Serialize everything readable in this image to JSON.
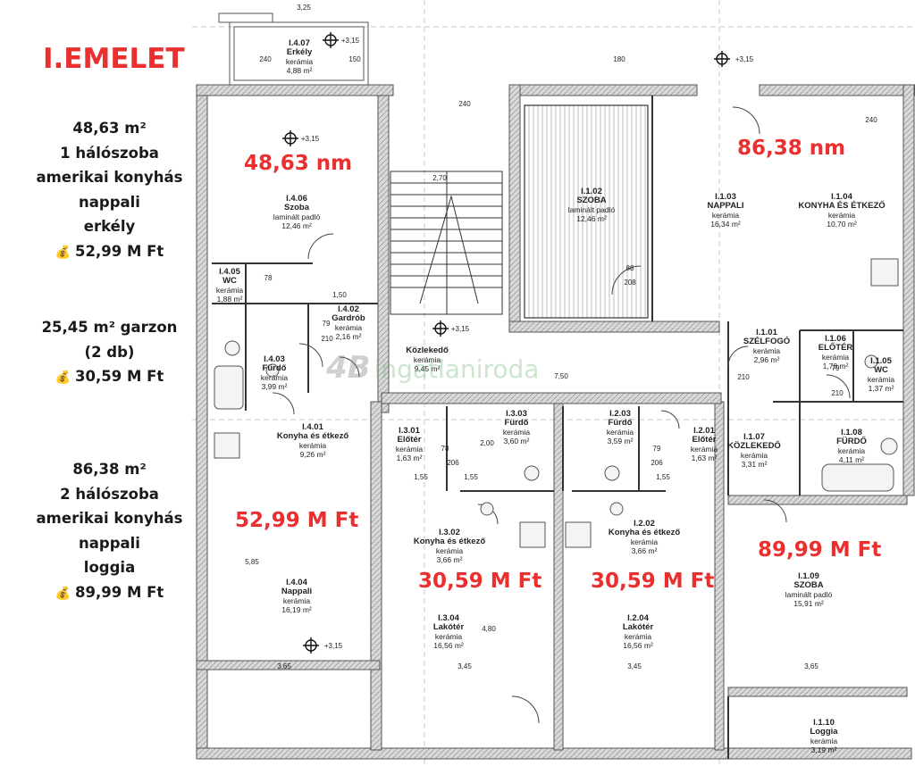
{
  "floor_title": "I.EMELET",
  "apartments": [
    {
      "lines": [
        "48,63 m²",
        "1 hálószoba",
        "amerikai konyhás",
        "nappali",
        "erkély"
      ],
      "price": "52,99 M Ft"
    },
    {
      "lines": [
        "25,45 m² garzon",
        "(2 db)"
      ],
      "price": "30,59 M Ft"
    },
    {
      "lines": [
        "86,38 m²",
        "2 hálószoba",
        "amerikai konyhás",
        "nappali",
        "loggia"
      ],
      "price": "89,99 M Ft"
    }
  ],
  "overlays": {
    "area_a": "48,63 nm",
    "area_b": "86,38 nm",
    "price_a": "52,99 M Ft",
    "price_c1": "30,59 M Ft",
    "price_c2": "30,59 M Ft",
    "price_b": "89,99 M Ft"
  },
  "watermark": {
    "logo": "4B",
    "text": "ingatlaniroda"
  },
  "rooms": {
    "r407": {
      "id": "I.4.07",
      "name": "Erkély",
      "mat": "kerámia",
      "area": "4,88 m²"
    },
    "r406": {
      "id": "I.4.06",
      "name": "Szoba",
      "mat": "laminált padló",
      "area": "12,46 m²"
    },
    "r405": {
      "id": "I.4.05",
      "name": "WC",
      "mat": "kerámia",
      "area": "1,88 m²"
    },
    "r402": {
      "id": "I.4.02",
      "name": "Gardrób",
      "mat": "kerámia",
      "area": "2,16 m²"
    },
    "r403": {
      "id": "I.4.03",
      "name": "Fürdő",
      "mat": "kerámia",
      "area": "3,99 m²"
    },
    "r401": {
      "id": "I.4.01",
      "name": "Konyha és étkező",
      "mat": "kerámia",
      "area": "9,26 m²"
    },
    "r404": {
      "id": "I.4.04",
      "name": "Nappali",
      "mat": "kerámia",
      "area": "16,19 m²"
    },
    "kozl": {
      "id": "",
      "name": "Közlekedő",
      "mat": "kerámia",
      "area": "9,45 m²"
    },
    "r102": {
      "id": "I.1.02",
      "name": "SZOBA",
      "mat": "laminált padló",
      "area": "12,46 m²"
    },
    "r103": {
      "id": "I.1.03",
      "name": "NAPPALI",
      "mat": "kerámia",
      "area": "16,34 m²"
    },
    "r104": {
      "id": "I.1.04",
      "name": "KONYHA ÉS ÉTKEZŐ",
      "mat": "kerámia",
      "area": "10,70 m²"
    },
    "r101": {
      "id": "I.1.01",
      "name": "SZÉLFOGÓ",
      "mat": "kerámia",
      "area": "2,96 m²"
    },
    "r106": {
      "id": "I.1.06",
      "name": "ELŐTÉR",
      "mat": "kerámia",
      "area": "1,78 m²"
    },
    "r105": {
      "id": "I.1.05",
      "name": "WC",
      "mat": "kerámia",
      "area": "1,37 m²"
    },
    "r107": {
      "id": "I.1.07",
      "name": "KÖZLEKEDŐ",
      "mat": "kerámia",
      "area": "3,31 m²"
    },
    "r108": {
      "id": "I.1.08",
      "name": "FÜRDŐ",
      "mat": "kerámia",
      "area": "4,11 m²"
    },
    "r109": {
      "id": "I.1.09",
      "name": "SZOBA",
      "mat": "laminált padló",
      "area": "15,91 m²"
    },
    "r110": {
      "id": "I.1.10",
      "name": "Loggia",
      "mat": "kerámia",
      "area": "3,19 m²"
    },
    "r301": {
      "id": "I.3.01",
      "name": "Előtér",
      "mat": "kerámia",
      "area": "1,63 m²"
    },
    "r303": {
      "id": "I.3.03",
      "name": "Fürdő",
      "mat": "kerámia",
      "area": "3,60 m²"
    },
    "r302": {
      "id": "I.3.02",
      "name": "Konyha és étkező",
      "mat": "kerámia",
      "area": "3,66 m²"
    },
    "r304": {
      "id": "I.3.04",
      "name": "Lakótér",
      "mat": "kerámia",
      "area": "16,56 m²"
    },
    "r203": {
      "id": "I.2.03",
      "name": "Fürdő",
      "mat": "kerámia",
      "area": "3,59 m²"
    },
    "r201": {
      "id": "I.2.01",
      "name": "Előtér",
      "mat": "kerámia",
      "area": "1,63 m²"
    },
    "r202": {
      "id": "I.2.02",
      "name": "Konyha és étkező",
      "mat": "kerámia",
      "area": "3,66 m²"
    },
    "r204": {
      "id": "I.2.04",
      "name": "Lakótér",
      "mat": "kerámia",
      "area": "16,56 m²"
    }
  },
  "dims": [
    "3,25",
    "2,70",
    "7,50",
    "3,65",
    "3,45",
    "3,45",
    "3,65",
    "5,85",
    "4,80",
    "1,50",
    "2,00",
    "1,55",
    "1,55",
    "1,55",
    "78",
    "78",
    "79",
    "79",
    "79",
    "88",
    "208",
    "206",
    "206",
    "210",
    "210",
    "210",
    "240",
    "240",
    "150",
    "240",
    "180"
  ],
  "levels": [
    "+3,15",
    "+3,15",
    "+3,15",
    "+3,15",
    "+3,15"
  ]
}
